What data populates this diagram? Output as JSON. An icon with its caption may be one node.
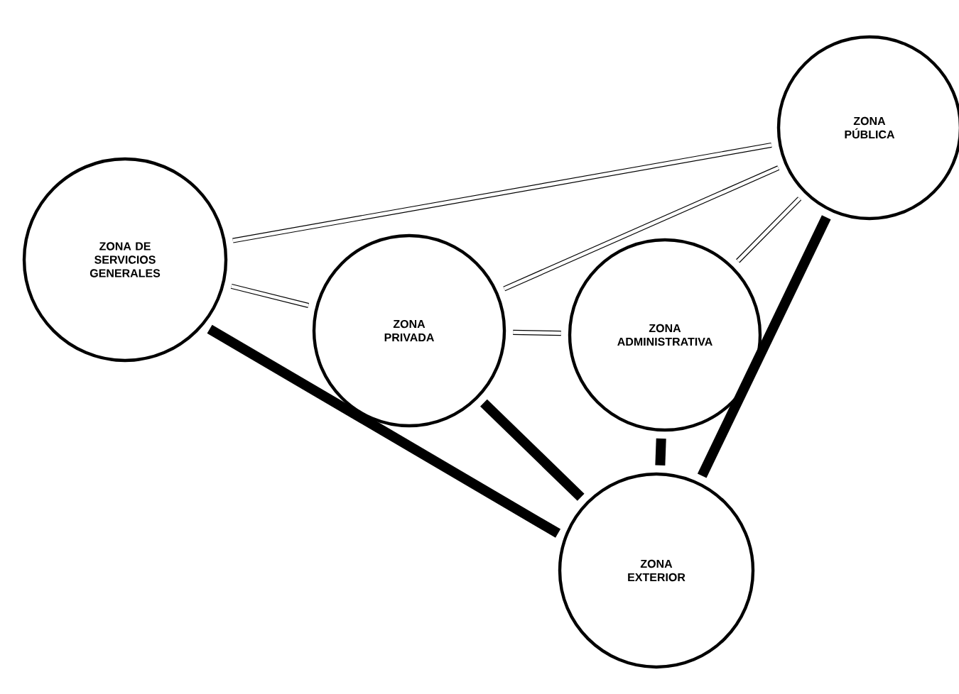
{
  "diagram": {
    "nodes": [
      {
        "text": [
          "ZONA PÚBLICA"
        ]
      },
      {
        "text": [
          "ZONA DE SERVICIOS GENERALES"
        ]
      },
      {
        "text": [
          "ZONA PRIVADA"
        ]
      },
      {
        "text": [
          "ZONA ADMINISTRATIVA"
        ]
      },
      {
        "text": [
          "ZONA EXTERIOR"
        ]
      }
    ],
    "edges": [
      {
        "from": 1,
        "to": 0,
        "arrow": "none"
      },
      {
        "from": 2,
        "to": 0,
        "arrow": "none"
      },
      {
        "from": 3,
        "to": 0,
        "arrow": "none"
      },
      {
        "from": 1,
        "to": 2,
        "arrow": "none"
      },
      {
        "from": 2,
        "to": 3,
        "arrow": "none"
      },
      {
        "from": 1,
        "to": 4,
        "arrow": "none",
        "style": "thick"
      },
      {
        "from": 2,
        "to": 4,
        "arrow": "none",
        "style": "thick"
      },
      {
        "from": 3,
        "to": 4,
        "arrow": "none",
        "style": "thick"
      },
      {
        "from": 0,
        "to": 4,
        "arrow": "none",
        "style": "thick"
      }
    ]
  }
}
